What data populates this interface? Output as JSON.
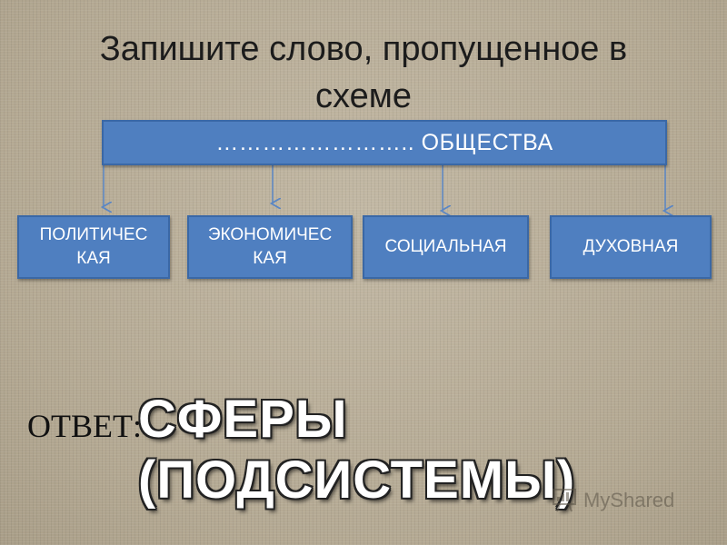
{
  "title": "Запишите слово, пропущенное в схеме",
  "top_box": "…………………….. ОБЩЕСТВА",
  "spheres": [
    {
      "line1": "ПОЛИТИЧЕС",
      "line2": "КАЯ"
    },
    {
      "line1": "ЭКОНОМИЧЕС",
      "line2": "КАЯ"
    },
    {
      "line1": "СОЦИАЛЬНАЯ",
      "line2": ""
    },
    {
      "line1": "ДУХОВНАЯ",
      "line2": ""
    }
  ],
  "answer": {
    "label": "ОТВЕТ:",
    "value": "СФЕРЫ (ПОДСИСТЕМЫ)"
  },
  "watermark": "MyShared",
  "colors": {
    "box_fill": "#4f7fc0",
    "box_border": "#3a68a6",
    "arrow": "#5a86c4"
  }
}
